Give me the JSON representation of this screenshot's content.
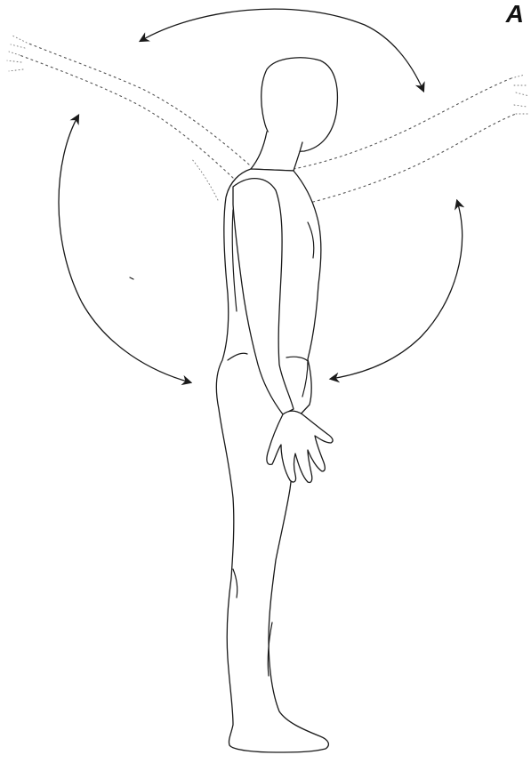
{
  "figure": {
    "panel_label": "A",
    "colors": {
      "line": "#1a1a1a",
      "ghost_line": "#555555",
      "background": "#ffffff"
    },
    "icons": [
      "human-figure-side-view",
      "range-of-motion-arc-arrows"
    ]
  }
}
